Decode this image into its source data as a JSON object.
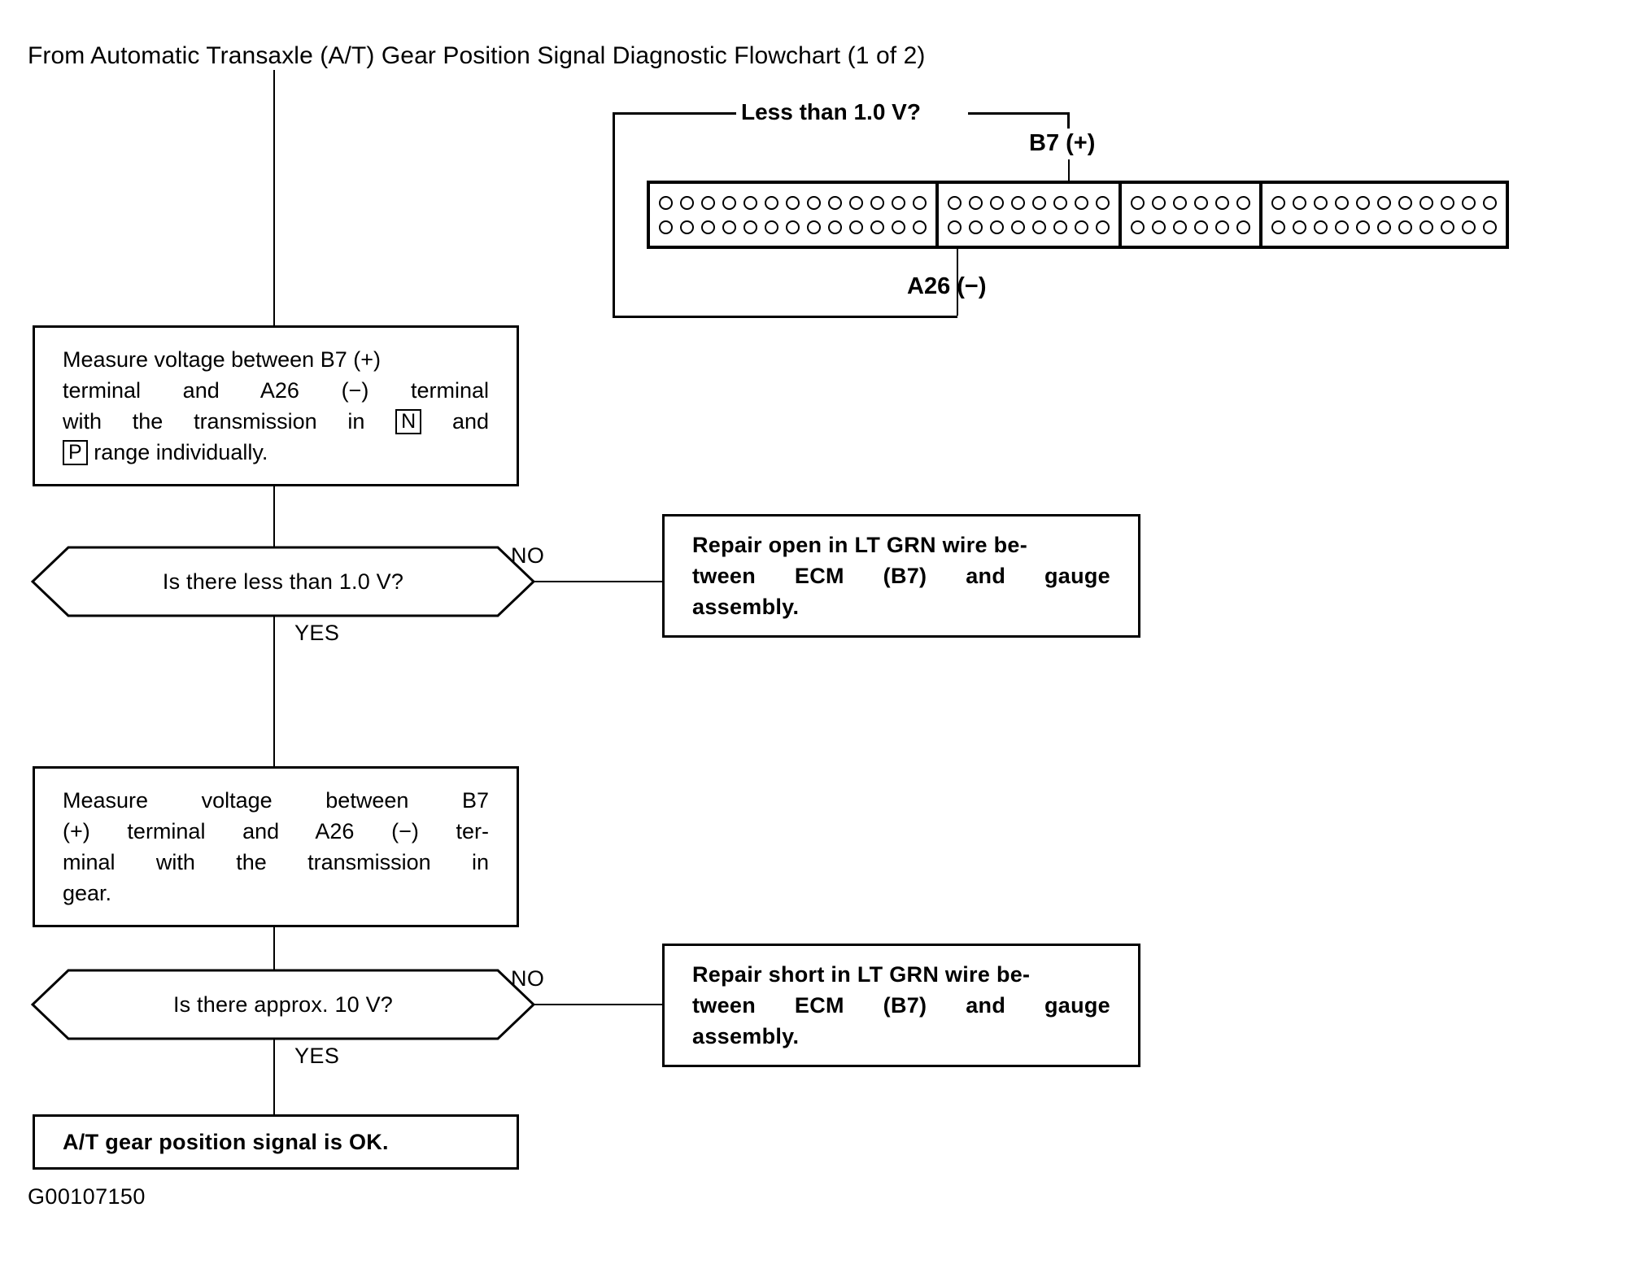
{
  "document": {
    "title": "From Automatic Transaxle (A/T) Gear Position Signal Diagnostic Flowchart (1 of 2)",
    "figure_id": "G00107150"
  },
  "connector_callouts": {
    "bracket_label": "Less than 1.0 V?",
    "positive_terminal": "B7 (+)",
    "negative_terminal": "A26 (−)"
  },
  "connector": {
    "sections": [
      {
        "name": "section-a",
        "pins_per_row": 13,
        "rows": 2
      },
      {
        "name": "section-b",
        "pins_per_row": 8,
        "rows": 2
      },
      {
        "name": "section-c",
        "pins_per_row": 6,
        "rows": 2
      },
      {
        "name": "section-d",
        "pins_per_row": 11,
        "rows": 2
      }
    ],
    "probe_points": [
      {
        "label": "B7 (+)",
        "section": 2,
        "row": "top",
        "pin_index": 4
      },
      {
        "label": "A26 (−)",
        "section": 1,
        "row": "bottom",
        "pin_index": 13
      }
    ]
  },
  "flow": {
    "step1": {
      "lines": [
        "Measure voltage between B7 (+)",
        "terminal  and  A26  (−)  terminal",
        "with  the  transmission  in  [N]  and",
        "[P] range individually."
      ],
      "line1": "Measure voltage between B7 (+)",
      "line2_a": "terminal",
      "line2_b": "and",
      "line2_c": "A26",
      "line2_d": "(−)",
      "line2_e": "terminal",
      "line3_a": "with",
      "line3_b": "the",
      "line3_c": "transmission",
      "line3_d": "in",
      "line3_gear": "N",
      "line3_e": "and",
      "line4_gear": "P",
      "line4_rest": "range individually."
    },
    "decision1": {
      "question": "Is there less than 1.0 V?",
      "no_label": "NO",
      "yes_label": "YES"
    },
    "repair1": {
      "line1": "Repair open in LT GRN wire be-",
      "line2_a": "tween",
      "line2_b": "ECM",
      "line2_c": "(B7)",
      "line2_d": "and",
      "line2_e": "gauge",
      "line3": "assembly.",
      "full_text": "Repair open in LT GRN wire between ECM (B7) and gauge assembly."
    },
    "step2": {
      "line1_a": "Measure",
      "line1_b": "voltage",
      "line1_c": "between",
      "line1_d": "B7",
      "line2_a": "(+)",
      "line2_b": "terminal",
      "line2_c": "and",
      "line2_d": "A26",
      "line2_e": "(−)",
      "line2_f": "ter-",
      "line3_a": "minal",
      "line3_b": "with",
      "line3_c": "the",
      "line3_d": "transmission",
      "line3_e": "in",
      "line4": "gear.",
      "full_text": "Measure voltage between B7 (+) terminal and A26 (−) terminal with the transmission in gear."
    },
    "decision2": {
      "question": "Is there approx. 10 V?",
      "no_label": "NO",
      "yes_label": "YES"
    },
    "repair2": {
      "line1": "Repair short in LT GRN wire be-",
      "line2_a": "tween",
      "line2_b": "ECM",
      "line2_c": "(B7)",
      "line2_d": "and",
      "line2_e": "gauge",
      "line3": "assembly.",
      "full_text": "Repair short in LT GRN wire between ECM (B7) and gauge assembly."
    },
    "terminal": {
      "text": "A/T gear position signal is OK."
    }
  },
  "colors": {
    "ink": "#000000",
    "paper": "#ffffff"
  }
}
